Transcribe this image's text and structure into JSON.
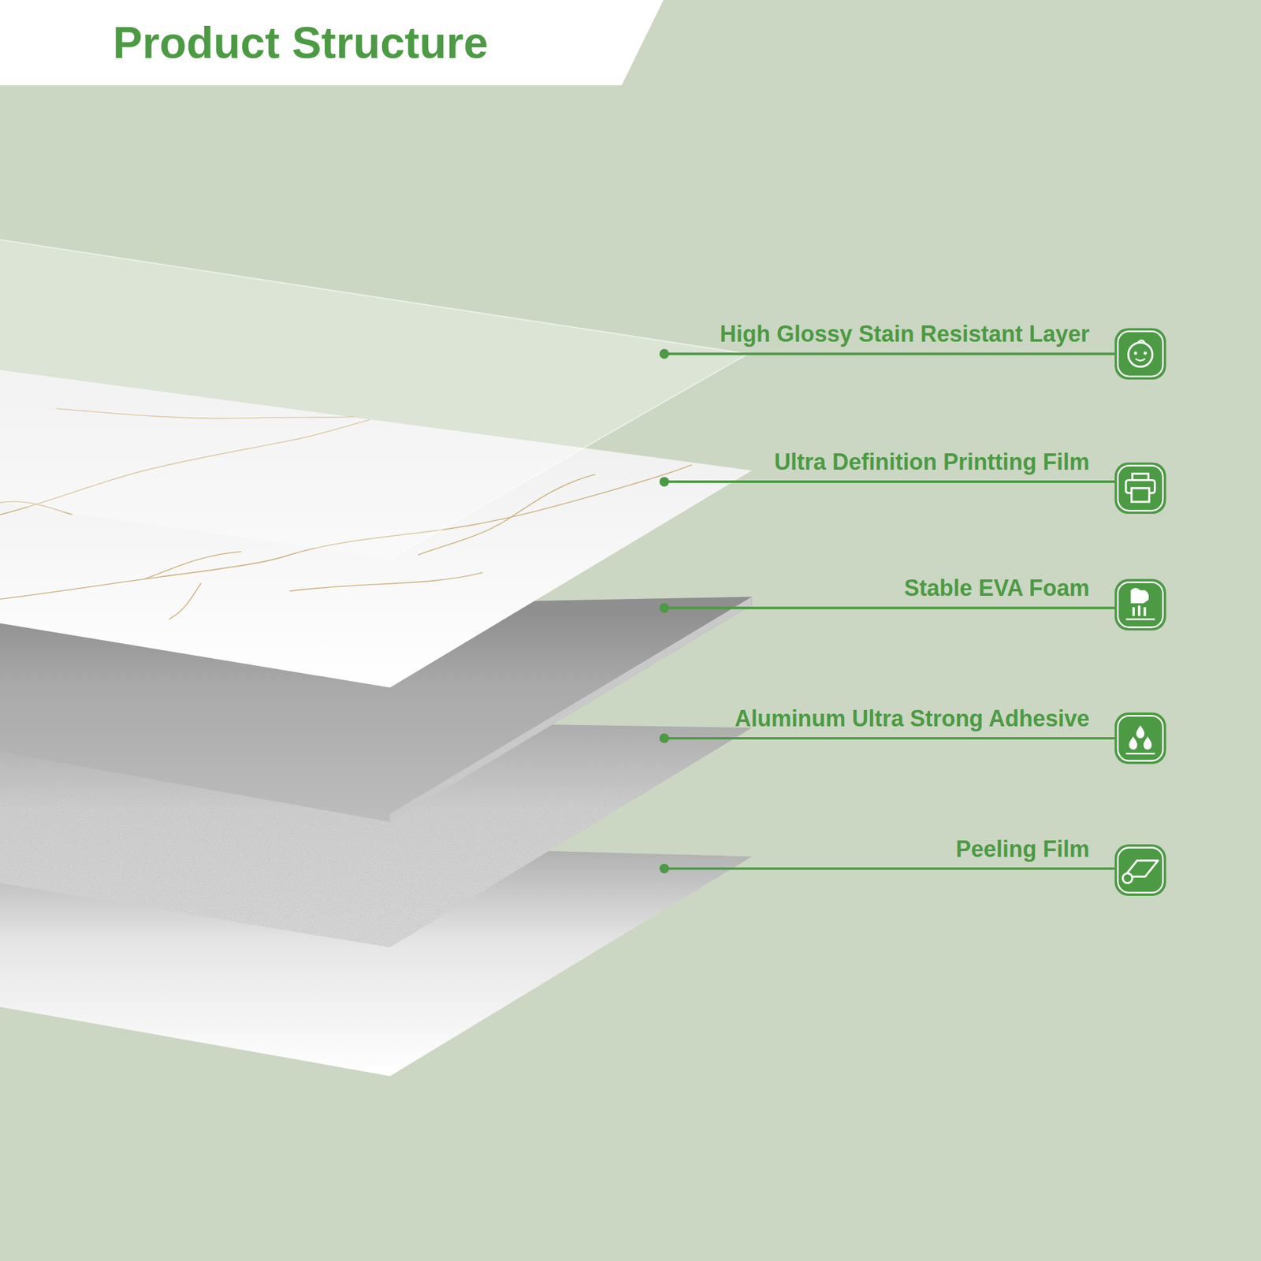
{
  "diagram": {
    "title": "Product Structure",
    "labels": [
      "High Glossy Stain Resistant Layer",
      "Ultra Definition Printting Film",
      "Stable EVA Foam",
      "Aluminum Ultra Strong Adhesive",
      "Peeling Film"
    ]
  }
}
